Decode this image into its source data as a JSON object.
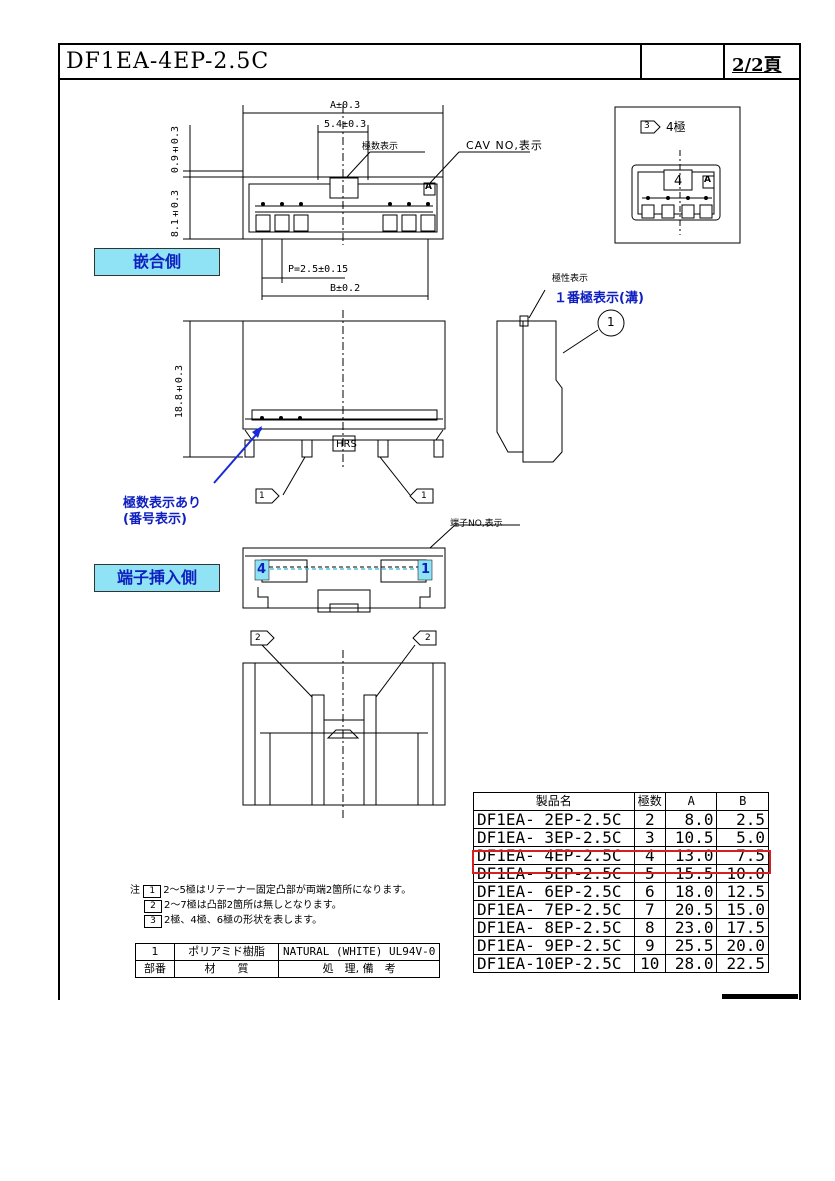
{
  "header": {
    "title": "DF1EA-4EP-2.5C",
    "page": "2/2頁"
  },
  "labels": {
    "mating_side": "嵌合側",
    "terminal_side": "端子挿入側",
    "pin1_mark": "１番極表示(溝)",
    "polarity_mark": "極性表示",
    "pole_count_mark": "極数表示",
    "cav_no": "CAV NO,表示",
    "terminal_no": "端子NO,表示",
    "pole_display_line1": "極数表示あり",
    "pole_display_line2": "(番号表示)",
    "variant_tag": "4極"
  },
  "dimensions": {
    "a": "A±0.3",
    "d54": "5.4±0.3",
    "d09": "0.9±0.3",
    "d81": "8.1±0.3",
    "pitch": "P=2.5±0.15",
    "b": "B±0.2",
    "d188": "18.8±0.3",
    "hrs": "HRS"
  },
  "markers": {
    "one": "1",
    "two": "2",
    "three": "3",
    "four": "4",
    "circle_one": "1",
    "cav_a": "A"
  },
  "parts_table": {
    "headers": [
      "製品名",
      "極数",
      "A",
      "B"
    ],
    "rows": [
      [
        "DF1EA- 2EP-2.5C",
        "2",
        "8.0",
        "2.5"
      ],
      [
        "DF1EA- 3EP-2.5C",
        "3",
        "10.5",
        "5.0"
      ],
      [
        "DF1EA- 4EP-2.5C",
        "4",
        "13.0",
        "7.5"
      ],
      [
        "DF1EA- 5EP-2.5C",
        "5",
        "15.5",
        "10.0"
      ],
      [
        "DF1EA- 6EP-2.5C",
        "6",
        "18.0",
        "12.5"
      ],
      [
        "DF1EA- 7EP-2.5C",
        "7",
        "20.5",
        "15.0"
      ],
      [
        "DF1EA- 8EP-2.5C",
        "8",
        "23.0",
        "17.5"
      ],
      [
        "DF1EA- 9EP-2.5C",
        "9",
        "25.5",
        "20.0"
      ],
      [
        "DF1EA-10EP-2.5C",
        "10",
        "28.0",
        "22.5"
      ]
    ],
    "highlight_row": 2
  },
  "notes": {
    "prefix": "注",
    "items": [
      {
        "num": "1",
        "text": "2～5極はリテーナー固定凸部が両端2箇所になります。"
      },
      {
        "num": "2",
        "text": "2～7極は凸部2箇所は無しとなります。"
      },
      {
        "num": "3",
        "text": "2極、4極、6極の形状を表します。"
      }
    ]
  },
  "material_table": {
    "row": [
      "1",
      "ポリアミド樹脂",
      "NATURAL (WHITE) UL94V-0"
    ],
    "footer": [
      "部番",
      "材　　質",
      "処　理, 備　考"
    ]
  },
  "colors": {
    "label_bg": "#8fe3f5",
    "label_text": "#1020c0",
    "highlight": "#d42020"
  }
}
